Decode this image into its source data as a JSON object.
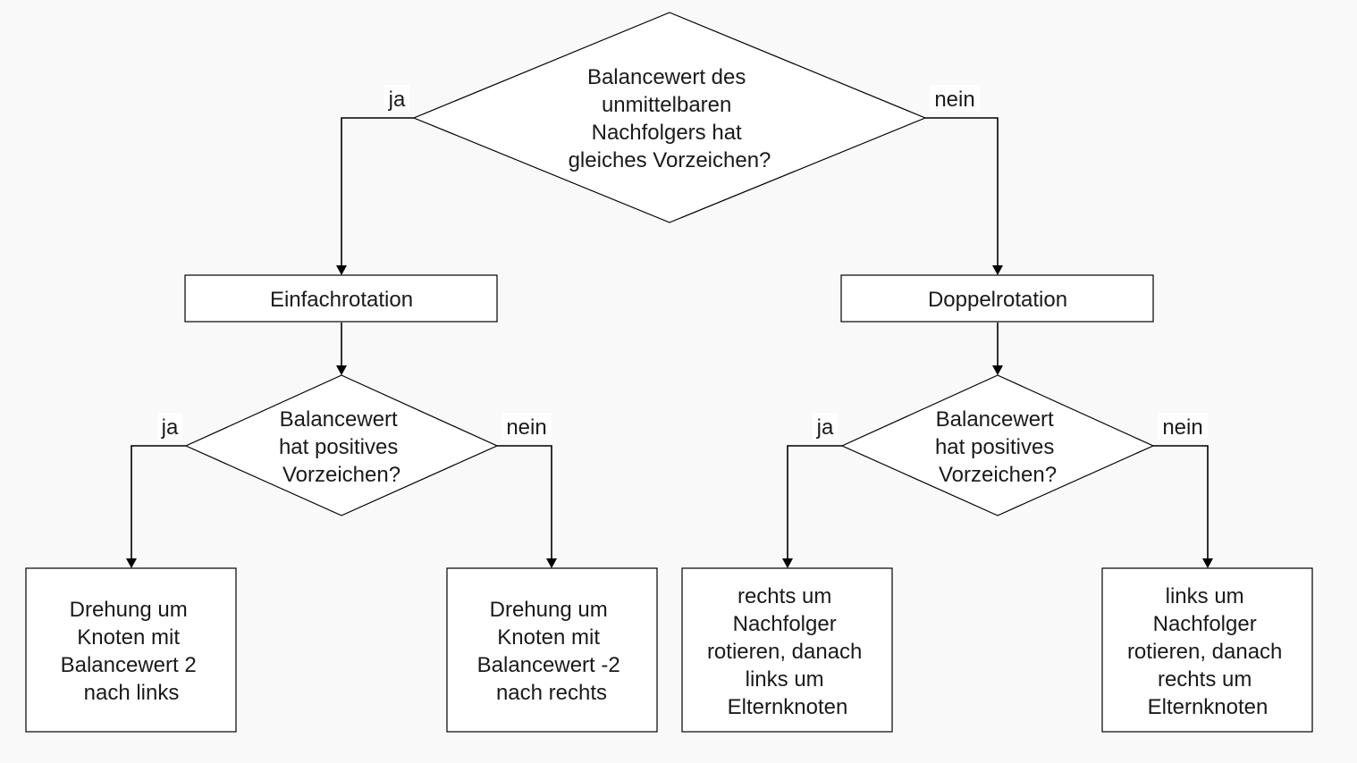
{
  "diagram": {
    "nodes": {
      "root_question": {
        "kind": "decision",
        "lines": [
          "Balancewert des",
          "unmittelbaren",
          "Nachfolgers hat",
          "gleiches Vorzeichen?"
        ]
      },
      "single_rotation": {
        "kind": "process",
        "lines": [
          "Einfachrotation"
        ]
      },
      "double_rotation": {
        "kind": "process",
        "lines": [
          "Doppelrotation"
        ]
      },
      "left_question": {
        "kind": "decision",
        "lines": [
          "Balancewert",
          "hat positives",
          "Vorzeichen?"
        ]
      },
      "right_question": {
        "kind": "decision",
        "lines": [
          "Balancewert",
          "hat positives",
          "Vorzeichen?"
        ]
      },
      "result_rotate_left": {
        "kind": "process",
        "lines": [
          "Drehung um",
          "Knoten mit",
          "Balancewert 2",
          "nach links"
        ]
      },
      "result_rotate_right": {
        "kind": "process",
        "lines": [
          "Drehung um",
          "Knoten mit",
          "Balancewert -2",
          "nach rechts"
        ]
      },
      "result_right_then_left": {
        "kind": "process",
        "lines": [
          "rechts um",
          "Nachfolger",
          "rotieren, danach",
          "links um",
          "Elternknoten"
        ]
      },
      "result_left_then_right": {
        "kind": "process",
        "lines": [
          "links um",
          "Nachfolger",
          "rotieren, danach",
          "rechts um",
          "Elternknoten"
        ]
      }
    },
    "edges": [
      {
        "id": "root-yes",
        "from": "root_question",
        "to": "single_rotation",
        "label": "ja"
      },
      {
        "id": "root-no",
        "from": "root_question",
        "to": "double_rotation",
        "label": "nein"
      },
      {
        "id": "single-next",
        "from": "single_rotation",
        "to": "left_question",
        "label": ""
      },
      {
        "id": "double-next",
        "from": "double_rotation",
        "to": "right_question",
        "label": ""
      },
      {
        "id": "left-yes",
        "from": "left_question",
        "to": "result_rotate_left",
        "label": "ja"
      },
      {
        "id": "left-no",
        "from": "left_question",
        "to": "result_rotate_right",
        "label": "nein"
      },
      {
        "id": "right-yes",
        "from": "right_question",
        "to": "result_right_then_left",
        "label": "ja"
      },
      {
        "id": "right-no",
        "from": "right_question",
        "to": "result_left_then_right",
        "label": "nein"
      }
    ]
  }
}
